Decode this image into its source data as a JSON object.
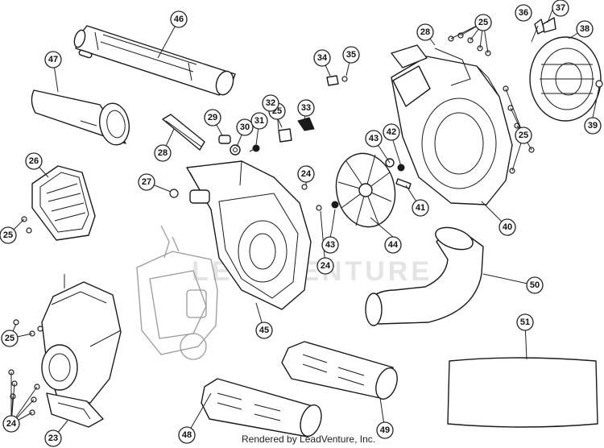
{
  "watermark": "LEADVENTURE",
  "footer": "Rendered by LeadVenture, Inc.",
  "callouts": {
    "c23": "23",
    "c24a": "24",
    "c24b": "24",
    "c24c": "24",
    "c25a": "25",
    "c25b": "25",
    "c25c": "25",
    "c25d": "25",
    "c25e": "25",
    "c26": "26",
    "c27": "27",
    "c28a": "28",
    "c28b": "28",
    "c29": "29",
    "c30": "30",
    "c31": "31",
    "c32": "32",
    "c33": "33",
    "c34": "34",
    "c35": "35",
    "c36": "36",
    "c37": "37",
    "c38": "38",
    "c39": "39",
    "c40": "40",
    "c41": "41",
    "c42": "42",
    "c43a": "43",
    "c43b": "43",
    "c44": "44",
    "c45": "45",
    "c46": "46",
    "c47": "47",
    "c48": "48",
    "c49": "49",
    "c50": "50",
    "c51": "51"
  }
}
